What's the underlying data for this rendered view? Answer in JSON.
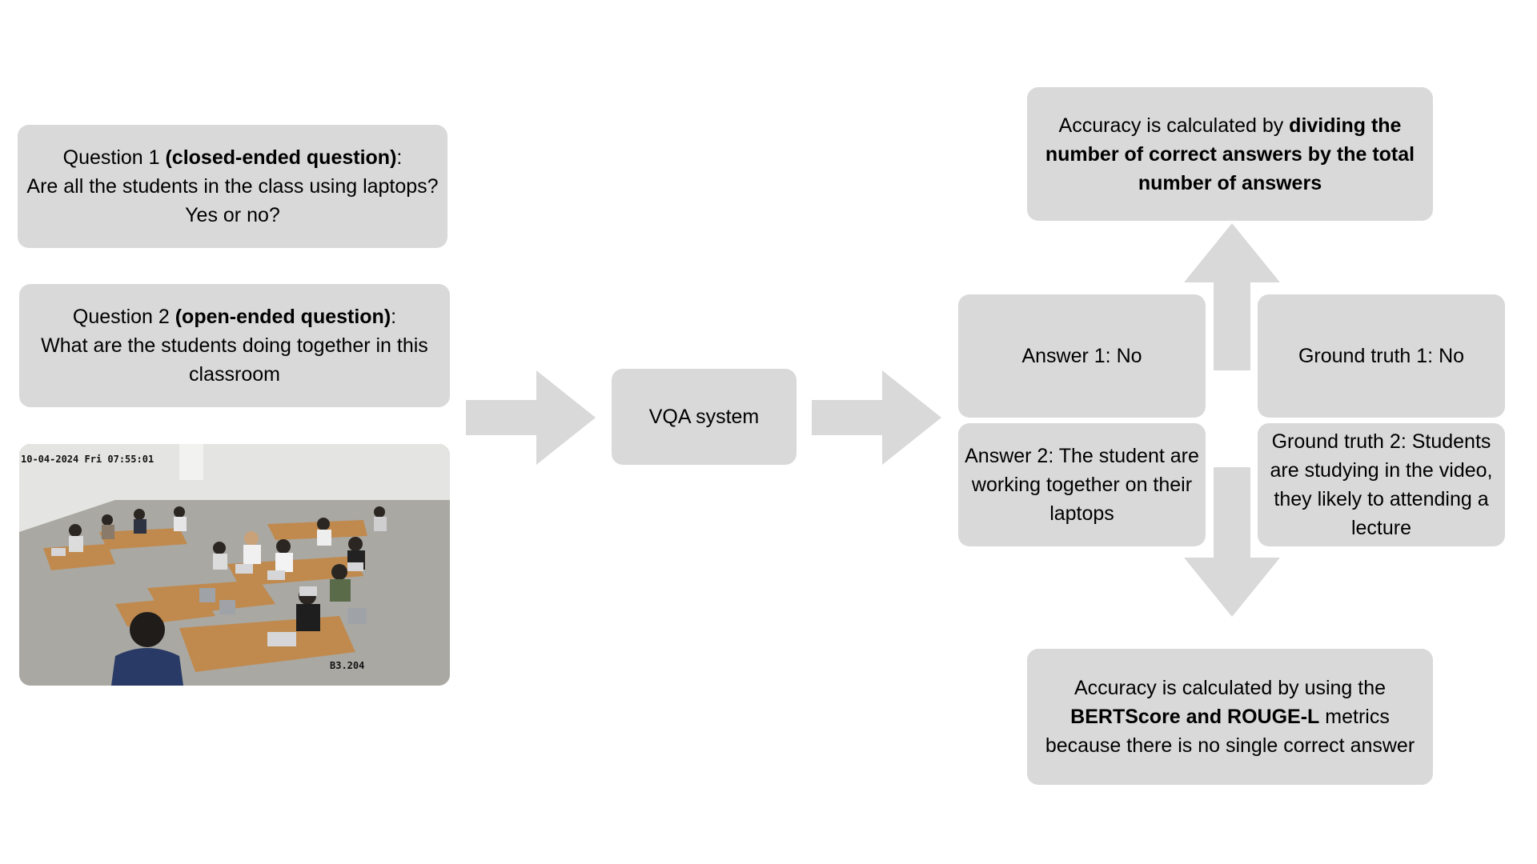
{
  "questions": {
    "q1": {
      "prefix": "Question 1 ",
      "bold": "(closed-ended question)",
      "suffix": ":",
      "line2": "Are all the students in the class using laptops?",
      "line3": "Yes or no?"
    },
    "q2": {
      "prefix": "Question 2 ",
      "bold": "(open-ended question)",
      "suffix": ":",
      "line2": "What are the students doing together in this",
      "line3": "classroom"
    }
  },
  "image": {
    "timestamp": "10-04-2024 Fri 07:55:01",
    "room": "B3.204"
  },
  "system": {
    "label": "VQA system"
  },
  "answers": {
    "a1": "Answer 1: No",
    "a2": "Answer 2: The student are working together on their laptops"
  },
  "ground_truth": {
    "g1": "Ground truth 1: No",
    "g2": "Ground truth 2: Students are studying in the video, they likely to attending a lecture"
  },
  "accuracy_closed": {
    "prefix": "Accuracy is calculated by ",
    "bold": "dividing the number of correct answers by the total number of answers"
  },
  "accuracy_open": {
    "prefix": "Accuracy is calculated by using the ",
    "bold": "BERTScore and ROUGE-L",
    "suffix": " metrics because there is no single correct answer"
  },
  "colors": {
    "box_fill": "#d9d9d9",
    "arrow_fill": "#d9d9d9",
    "background": "#ffffff"
  }
}
